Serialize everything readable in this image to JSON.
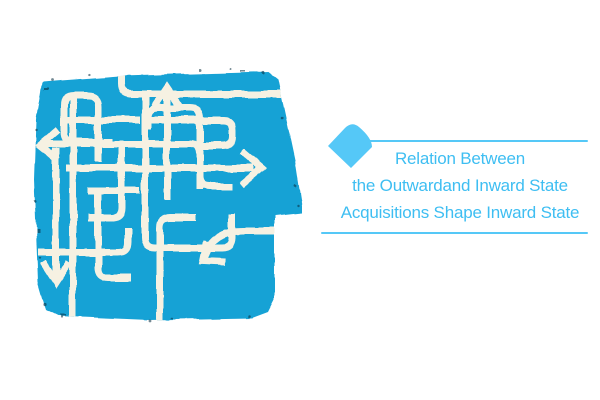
{
  "slide": {
    "background_color": "#ffffff"
  },
  "illustration": {
    "name": "head-maze-graphic",
    "head_color": "#18a2d5",
    "maze_path_color": "#f6f1e2",
    "arrows": [
      "up-arrow",
      "left-arrow",
      "right-arrow",
      "down-arrow",
      "curved-down-left-arrow"
    ]
  },
  "callout": {
    "accent_color": "#55c8f7",
    "text_color": "#3ebef2",
    "diamond_icon": "diamond",
    "lines": [
      "Relation Between",
      "the Outwardand Inward State",
      "Acquisitions Shape Inward State"
    ]
  }
}
